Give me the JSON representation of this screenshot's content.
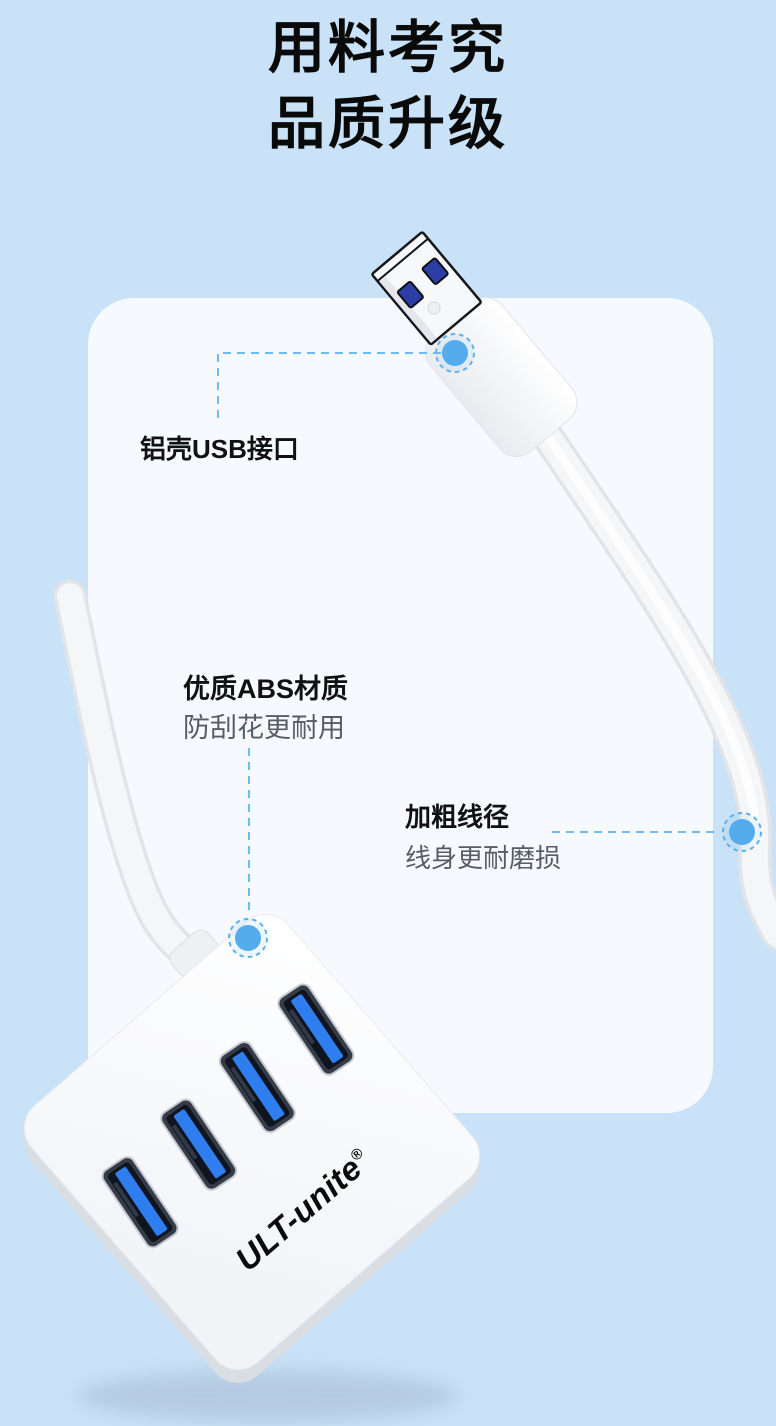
{
  "title": {
    "line1": "用料考究",
    "line2": "品质升级"
  },
  "callouts": {
    "usb_plug": {
      "label": "铝壳USB接口"
    },
    "abs_material": {
      "label": "优质ABS材质",
      "description": "防刮花更耐用"
    },
    "cable_thickness": {
      "label": "加粗线径",
      "description": "线身更耐磨损"
    }
  },
  "product": {
    "logo": "ULT-unite",
    "reg_mark": "®"
  },
  "colors": {
    "background": "#c9e2f7",
    "card": "#f6f9fd",
    "title_text": "#0a0a0a",
    "label_text": "#111111",
    "sublabel_text": "#575d64",
    "accent_dot": "#55acec",
    "dashed_line": "#6fbaef",
    "usb_tongue_blue": "#2e7ef0",
    "plug_contact_blue": "#2c3ea6",
    "cable_white": "#f6f7f9"
  }
}
